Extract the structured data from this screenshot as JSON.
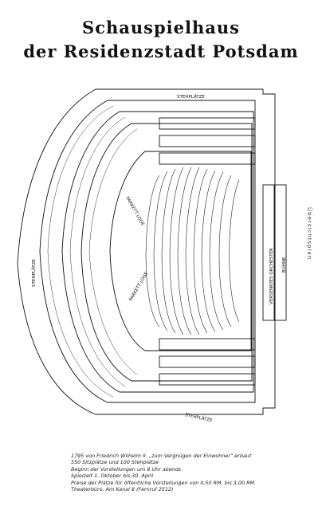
{
  "title_line1": "Schauspielhaus",
  "title_line2": "der Residenzstadt Potsdam",
  "side_label": "Übersichtsplan",
  "plan_labels": {
    "stehplaetze_top": "STEHPLÄTZE",
    "stehplaetze_left": "STEHPLÄTZE",
    "stehplaetze_bottom": "STEHPLÄTZE",
    "orchester": "VERSENKTES ORCHESTER",
    "buehne": "BÜHNE",
    "parkett_loge_top": "PARKETT LOGE",
    "parkett_loge_bottom": "PARKETT LOGE"
  },
  "notes": [
    "1795 von Friedrich Wilhelm II. „zum Vergnügen der Einwohner“ erbaut",
    "550 Sitzplätze und 100 Stehplätze",
    "Beginn der Vorstellungen um 8 Uhr abends",
    "Spielzeit 1. Oktober bis 30. April",
    "Preise der Plätze für öffentliche Vorstellungen von 0,50 RM. bis 3,00 RM.",
    "Theaterbüro, Am Kanal 8 (Fernruf 2512)"
  ]
}
